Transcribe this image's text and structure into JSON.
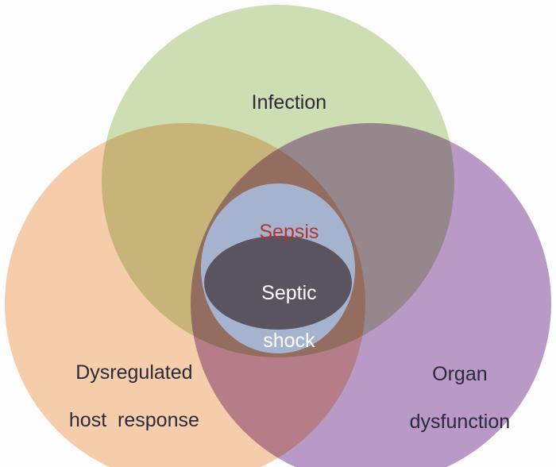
{
  "diagram": {
    "type": "venn",
    "background_color": "#fdfdfd",
    "circles": {
      "infection": {
        "label": "Infection",
        "fill_color": "#cfe0b4",
        "label_color": "#2b2a3a"
      },
      "host_response": {
        "label_line1": "Dysregulated",
        "label_line2": "host  response",
        "fill_color": "#f8cfad",
        "label_color": "#2b2a3a"
      },
      "organ_dysfunction": {
        "label_line1": "Organ",
        "label_line2": "dysfunction",
        "fill_color": "#bb9bc9",
        "label_color": "#2b2a3a"
      }
    },
    "center_regions": {
      "sepsis": {
        "label": "Sepsis",
        "fill_color": "#a5b3ce",
        "label_color": "#b23730"
      },
      "septic_shock": {
        "label_line1": "Septic",
        "label_line2": "shock",
        "fill_color": "#595460",
        "label_color": "#ffffff"
      }
    }
  }
}
